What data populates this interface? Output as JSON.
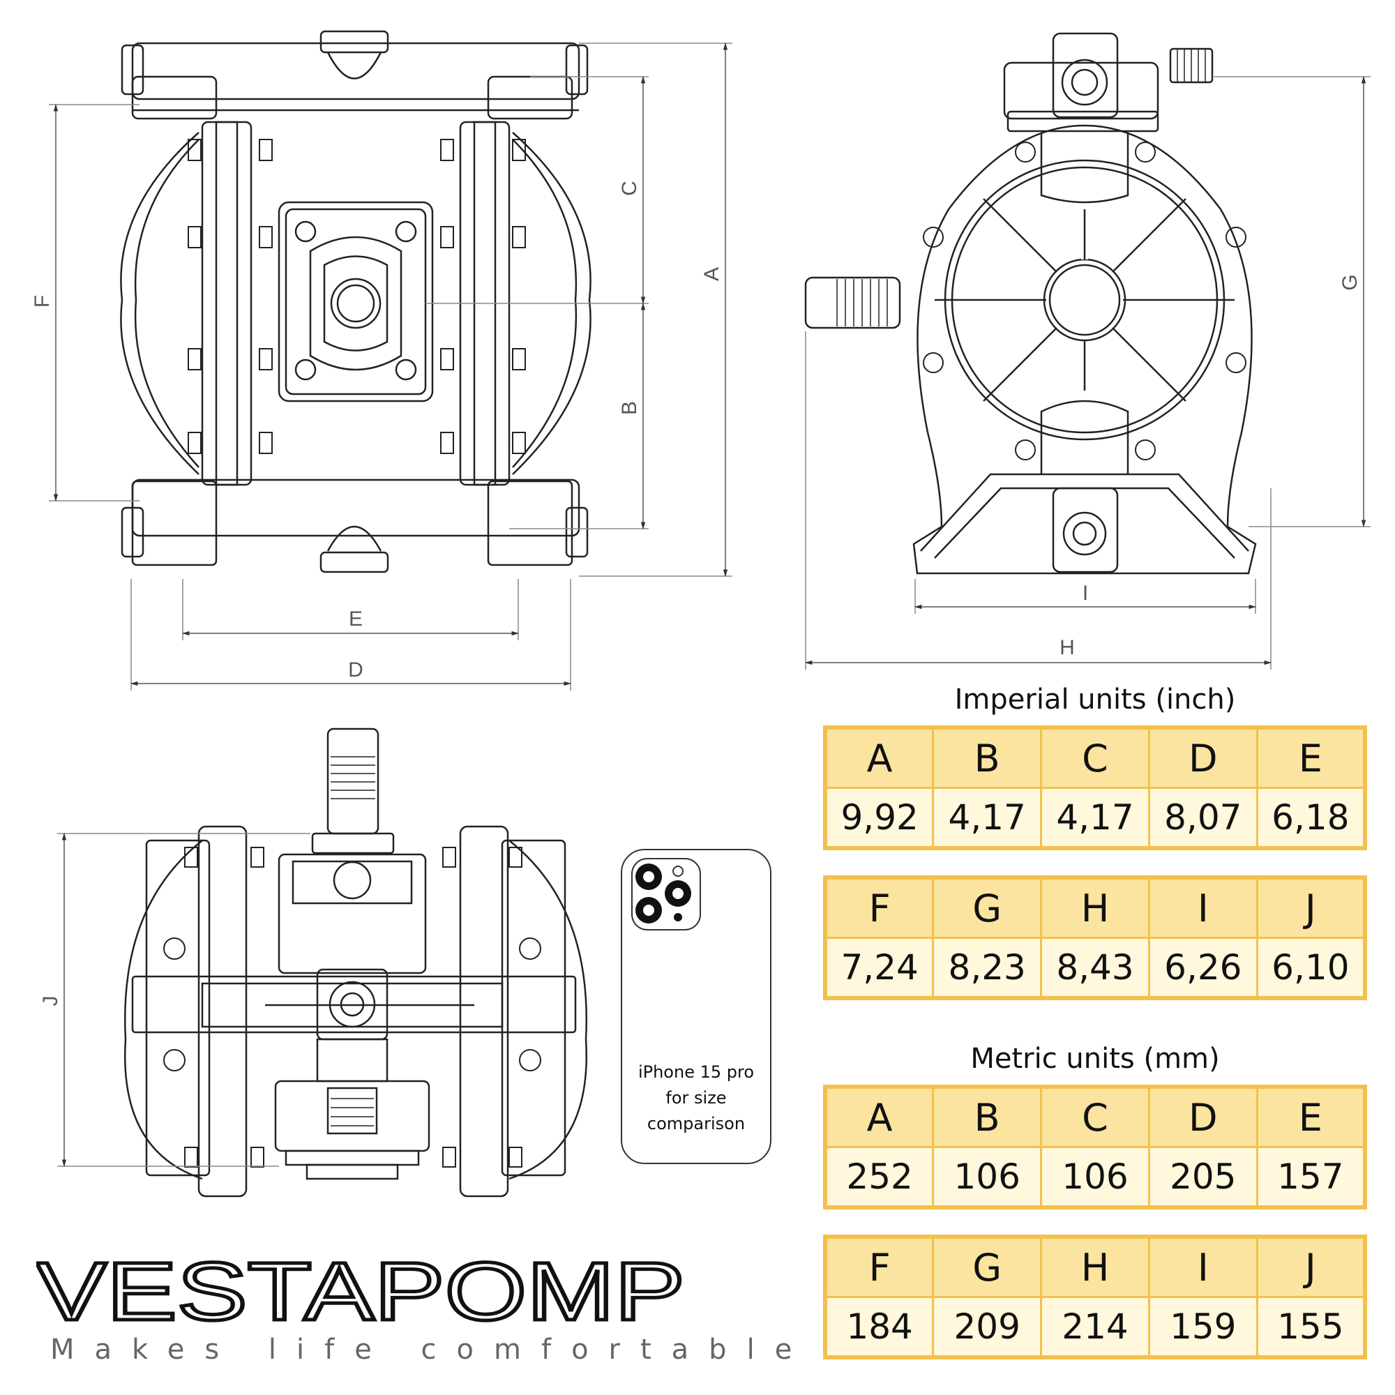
{
  "brand": {
    "name": "VESTAPOMP",
    "tagline": "Makes life comfortable"
  },
  "drawing": {
    "dimension_labels": [
      "A",
      "B",
      "C",
      "D",
      "E",
      "F",
      "G",
      "H",
      "I",
      "J"
    ]
  },
  "phone": {
    "caption_lines": [
      "iPhone 15 pro",
      "for size",
      "comparison"
    ]
  },
  "imperial": {
    "title": "Imperial units (inch)",
    "row1_headers": [
      "A",
      "B",
      "C",
      "D",
      "E"
    ],
    "row1_values": [
      "9,92",
      "4,17",
      "4,17",
      "8,07",
      "6,18"
    ],
    "row2_headers": [
      "F",
      "G",
      "H",
      "I",
      "J"
    ],
    "row2_values": [
      "7,24",
      "8,23",
      "8,43",
      "6,26",
      "6,10"
    ]
  },
  "metric": {
    "title": "Metric units (mm)",
    "row1_headers": [
      "A",
      "B",
      "C",
      "D",
      "E"
    ],
    "row1_values": [
      "252",
      "106",
      "106",
      "205",
      "157"
    ],
    "row2_headers": [
      "F",
      "G",
      "H",
      "I",
      "J"
    ],
    "row2_values": [
      "184",
      "209",
      "214",
      "159",
      "155"
    ]
  },
  "colors": {
    "table_border": "#f3c04d",
    "table_header_fill": "#fbe4a0",
    "table_value_fill": "#fff8dc",
    "line": "#222222"
  }
}
